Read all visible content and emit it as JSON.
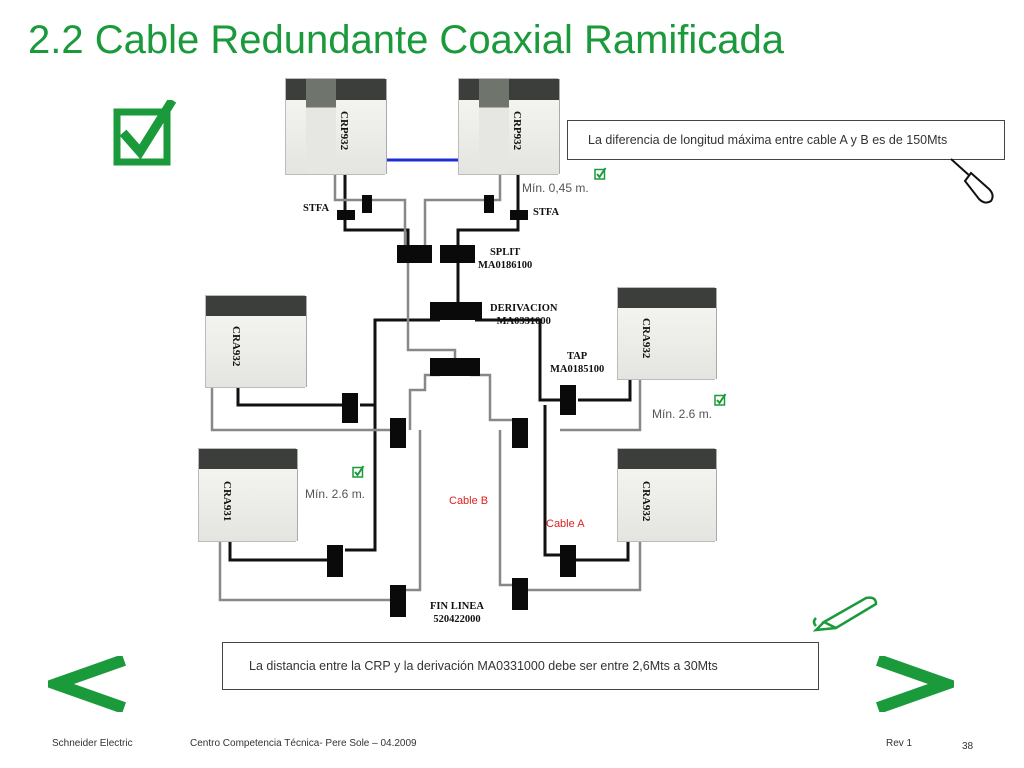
{
  "title": "2.2 Cable Redundante Coaxial Ramificada",
  "plcs": {
    "crp_left": "CRP932",
    "crp_right": "CRP932",
    "cra_mid_left": "CRA932",
    "cra_mid_right": "CRA932",
    "cra_bottom_left": "CRA931",
    "cra_bottom_right": "CRA932"
  },
  "components": {
    "stfa_left": "STFA",
    "stfa_right": "STFA",
    "split_name": "SPLIT",
    "split_ref": "MA0186100",
    "derivacion_name": "DERIVACION",
    "derivacion_ref": "MA0331000",
    "tap_name": "TAP",
    "tap_ref": "MA0185100",
    "fin_linea_name": "FIN LINEA",
    "fin_linea_ref": "520422000"
  },
  "minimums": {
    "crp": "Mín. 0,45 m.",
    "right": "Mín. 2.6 m.",
    "left": "Mín. 2.6 m."
  },
  "cables": {
    "b": "Cable B",
    "a": "Cable A"
  },
  "notes": {
    "length_difference": "La diferencia de longitud  máxima entre cable A y B es de 150Mts",
    "distance": "La distancia entre la CRP y la derivación MA0331000 debe ser entre 2,6Mts a 30Mts"
  },
  "nav": {
    "prev": "<",
    "next": ">"
  },
  "footer": {
    "company": "Schneider Electric",
    "center": "Centro Competencia Técnica- Pere Sole – 04.2009",
    "rev": "Rev 1",
    "page": "38"
  },
  "icons": {
    "checkbox": "checkbox-checked-icon",
    "screwdriver": "screwdriver-icon",
    "pencil": "pencil-icon"
  },
  "colors": {
    "title_green": "#1a9a3a",
    "cable_label_red": "#e02020",
    "crp_link_blue": "#1c2fd6"
  }
}
